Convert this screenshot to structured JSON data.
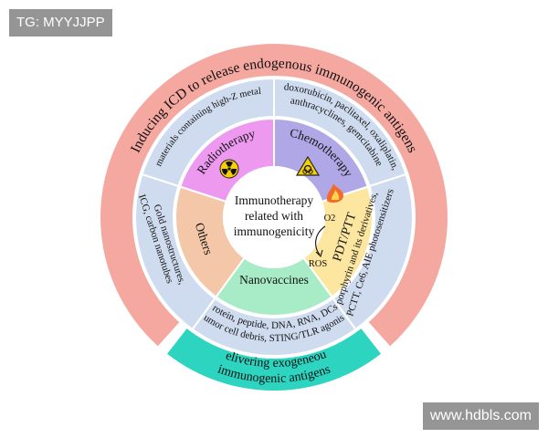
{
  "watermarks": {
    "top_left": "TG: MYYJJPP",
    "bottom_right": "www.hdbls.com"
  },
  "center": [
    "Immunotherapy",
    "related with",
    "immunogenicity"
  ],
  "outer_arcs": {
    "top": "Inducing ICD to release endogenous immunogenic antigens",
    "bottom_line1": "Delivering exogeneous",
    "bottom_line2": "immunogenic antigens"
  },
  "sectors": [
    {
      "id": "radiotherapy",
      "label": "Radiotherapy",
      "color": "#ee99f0",
      "icon": "radiation-icon",
      "material_lines": [
        "materials containing high-Z metal"
      ]
    },
    {
      "id": "chemotherapy",
      "label": "Chemotherapy",
      "color": "#b0a8e6",
      "icon": "biohazard-icon",
      "material_lines": [
        "doxorubicin, paclitaxel, oxaliplatin,",
        "anthracyclines, gemcitabine"
      ]
    },
    {
      "id": "pdt-ptt",
      "label": "PDT/PTT",
      "color": "#fde6a0",
      "icon": "flame-icon",
      "material_lines": [
        "porphyrin and its derivatives,",
        "PCTT, Ce6, AIE photosensitizers"
      ],
      "annotations": {
        "o2": "O2",
        "ros": "ROS"
      }
    },
    {
      "id": "nanovaccines",
      "label": "Nanovaccines",
      "color": "#a7ecc7",
      "icon": "",
      "material_lines": [
        "protein, peptide, DNA, RNA, DCs,",
        "tumor cell debris, STING/TLR agonist"
      ]
    },
    {
      "id": "others",
      "label": "Others",
      "color": "#f4c7a8",
      "icon": "",
      "material_lines": [
        "Gold nanostructures,",
        "ICG, carbon nanotubes"
      ]
    }
  ],
  "colors": {
    "outer_top": "#f4a8a0",
    "outer_bottom": "#2dd4c0",
    "material_ring": "#cfdcef",
    "center_fill": "#ffffff",
    "separator": "#ffffff"
  }
}
